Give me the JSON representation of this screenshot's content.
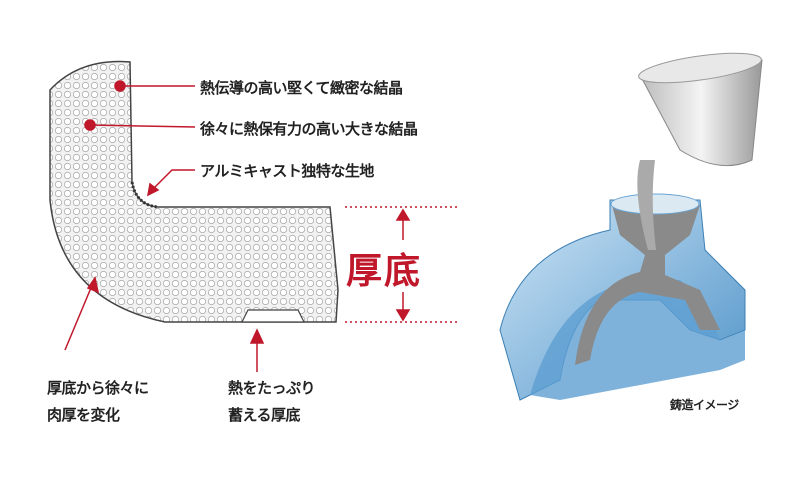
{
  "labels": {
    "crystal_dense": "熱伝導の高い堅くて緻密な結晶",
    "crystal_large": "徐々に熱保有力の高い大きな結晶",
    "cast_texture": "アルミキャスト独特な生地",
    "thick_bottom": "厚底",
    "gradual_line1": "厚底から徐々に",
    "gradual_line2": "肉厚を変化",
    "store_line1": "熱をたっぷり",
    "store_line2": "蓄える厚底",
    "casting_caption": "鋳造イメージ"
  },
  "colors": {
    "accent": "#c0172b",
    "mold_blue": "#7fb8e0",
    "text": "#222222"
  }
}
